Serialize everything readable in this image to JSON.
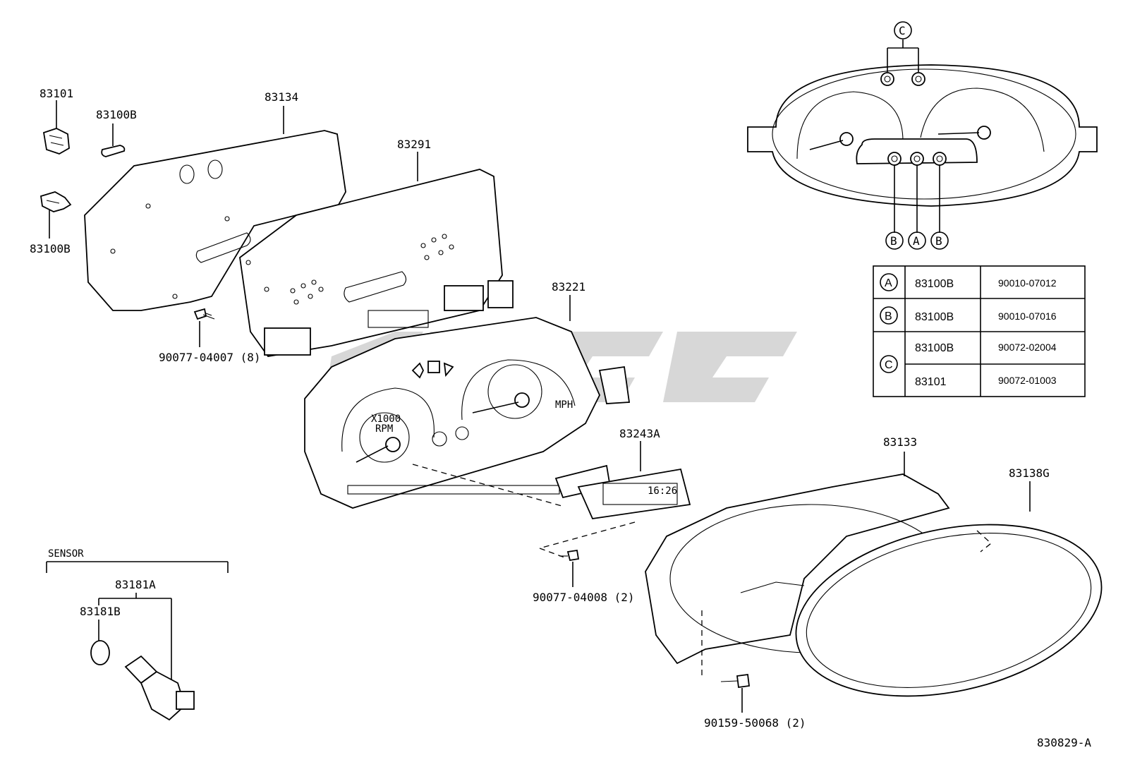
{
  "labels": {
    "p83101": "83101",
    "p83100b_top": "83100B",
    "p83100b_bottom": "83100B",
    "p83134": "83134",
    "p83291": "83291",
    "p83221": "83221",
    "p83243a": "83243A",
    "p83133": "83133",
    "p83138g": "83138G",
    "screw_a": "90077-04007 (8)",
    "screw_b": "90077-04008 (2)",
    "screw_c": "90159-50068 (2)",
    "sensor": "SENSOR",
    "p83181a": "83181A",
    "p83181b": "83181B",
    "drawing_no": "830829-A"
  },
  "gauge": {
    "rpm_unit": "RPM",
    "rpm_scale": "X1000",
    "speed_unit": "MPH",
    "clock_readout": "16:26"
  },
  "callouts": {
    "c_top": "C",
    "b_left": "B",
    "a_mid": "A",
    "b_right": "B"
  },
  "bulb_table": {
    "rows": [
      {
        "key": "A",
        "part": "83100B",
        "number": "90010-07012"
      },
      {
        "key": "B",
        "part": "83100B",
        "number": "90010-07016"
      },
      {
        "key": "C",
        "part": "83100B",
        "number": "90072-02004"
      },
      {
        "key": "",
        "part": "83101",
        "number": "90072-01003"
      }
    ]
  }
}
